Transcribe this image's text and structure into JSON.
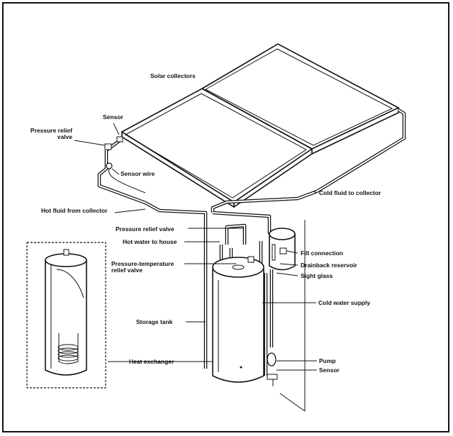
{
  "labels": {
    "solar_collectors": "Solar collectors",
    "sensor_top": "Sensor",
    "pressure_relief_valve_top": "Pressure relief valve",
    "sensor_wire": "Sensor wire",
    "cold_fluid_to_collector": "Cold fluid to collector",
    "hot_fluid_from_collector": "Hot fluid from collector",
    "pressure_relief_valve_mid": "Pressure relief valve",
    "hot_water_to_house": "Hot water to house",
    "pressure_temperature_relief_valve": "Pressure-temperature relief valve",
    "fill_connection": "Fill connection",
    "drainback_reservoir": "Drainback reservoir",
    "sight_glass": "Sight glass",
    "cold_water_supply": "Cold water supply",
    "storage_tank": "Storage tank",
    "heat_exchanger": "Heat exchanger",
    "pump": "Pump",
    "sensor_bottom": "Sensor"
  },
  "colors": {
    "ink": "#111111",
    "background": "#ffffff"
  }
}
